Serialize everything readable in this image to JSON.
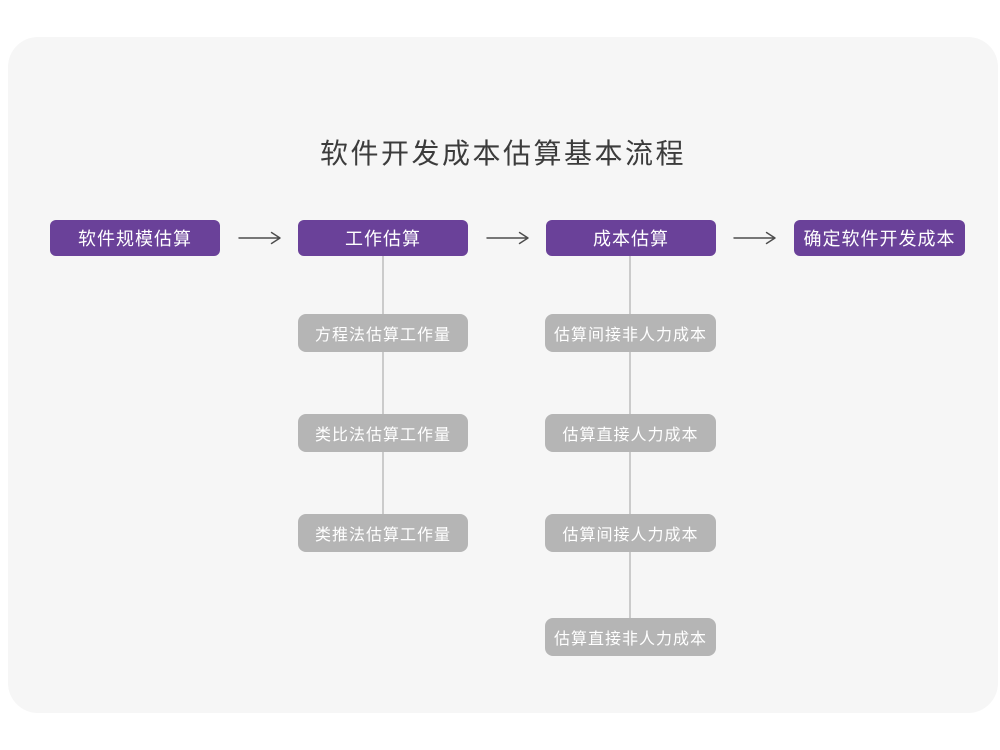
{
  "title": "软件开发成本估算基本流程",
  "colors": {
    "stage_box_bg": "#6a4199",
    "stage_box_text": "#ffffff",
    "sub_box_bg": "#b5b5b5",
    "sub_box_text": "#ffffff",
    "card_bg": "#f6f6f6",
    "page_bg": "#ffffff",
    "connector_line": "#cbcbcb",
    "arrow": "#4d4d4d",
    "title_text": "#3c3c3c"
  },
  "icons": {
    "flow_arrow": "arrow-right-icon"
  },
  "flow": {
    "stages": [
      {
        "label": "软件规模估算",
        "children": []
      },
      {
        "label": "工作估算",
        "children": [
          "方程法估算工作量",
          "类比法估算工作量",
          "类推法估算工作量"
        ]
      },
      {
        "label": "成本估算",
        "children": [
          "估算间接非人力成本",
          "估算直接人力成本",
          "估算间接人力成本",
          "估算直接非人力成本"
        ]
      },
      {
        "label": "确定软件开发成本",
        "children": []
      }
    ]
  }
}
